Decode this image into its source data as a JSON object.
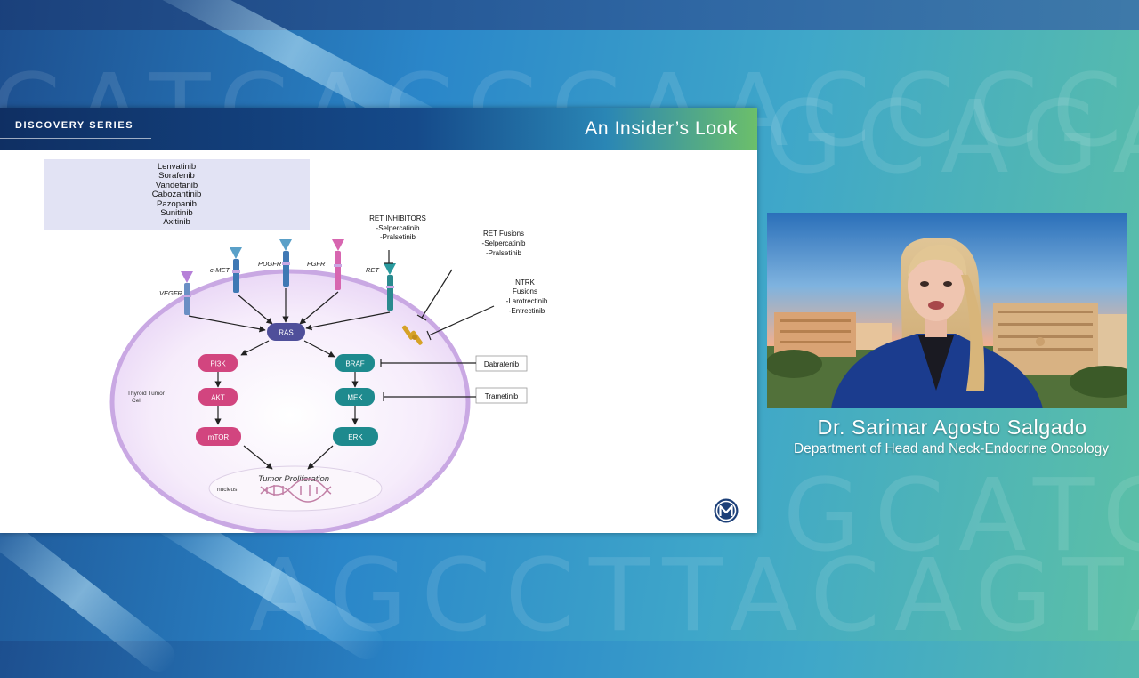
{
  "background": {
    "dna_row_top": "CATCACCCAACCCCCCAG",
    "dna_row_mid": "GCAGACT",
    "dna_row_right": "GCATCATC",
    "dna_row_bottom": "AGCCTTACAGTACG",
    "colors": {
      "left": "#1d4f8f",
      "mid": "#2a86c9",
      "right": "#5cc0a6"
    }
  },
  "slide": {
    "series_label": "DISCOVERY SERIES",
    "title": "An Insider’s Look",
    "multikinase_drugs": [
      "Lenvatinib",
      "Sorafenib",
      "Vandetanib",
      "Cabozantinib",
      "Pazopanib",
      "Sunitinib",
      "Axitinib"
    ],
    "receptors": [
      "VEGFR",
      "c-MET",
      "PDGFR",
      "FGFR",
      "RET"
    ],
    "ret_inhibitors": {
      "title": "RET INHIBITORS",
      "drugs": [
        "-Selpercatinib",
        "-Pralsetinib"
      ]
    },
    "ret_fusions": {
      "title": "RET Fusions",
      "drugs": [
        "-Selpercatinib",
        "-Pralsetinib"
      ]
    },
    "ntrk_fusions": {
      "title_1": "NTRK",
      "title_2": "Fusions",
      "drugs": [
        "-Larotrectinib",
        "-Entrectinib"
      ]
    },
    "nodes": {
      "ras": "RAS",
      "pi3k": "PI3K",
      "akt": "AKT",
      "mtor": "mTOR",
      "braf": "BRAF",
      "mek": "MEK",
      "erk": "ERK"
    },
    "inhibitor_labels": {
      "braf": "Dabrafenib",
      "mek": "Trametinib"
    },
    "cell_label_1": "Thyroid Tumor",
    "cell_label_2": "Cell",
    "nucleus_label": "nucleus",
    "proliferation_label": "Tumor Proliferation",
    "colors": {
      "ras": "#4f4f9a",
      "pi3k_pathway": "#d2457f",
      "mapk_pathway": "#1e8a8e",
      "cell": "#c9a8e3"
    }
  },
  "speaker": {
    "name": "Dr. Sarimar Agosto Salgado",
    "department": "Department of Head and Neck-Endocrine Oncology"
  }
}
